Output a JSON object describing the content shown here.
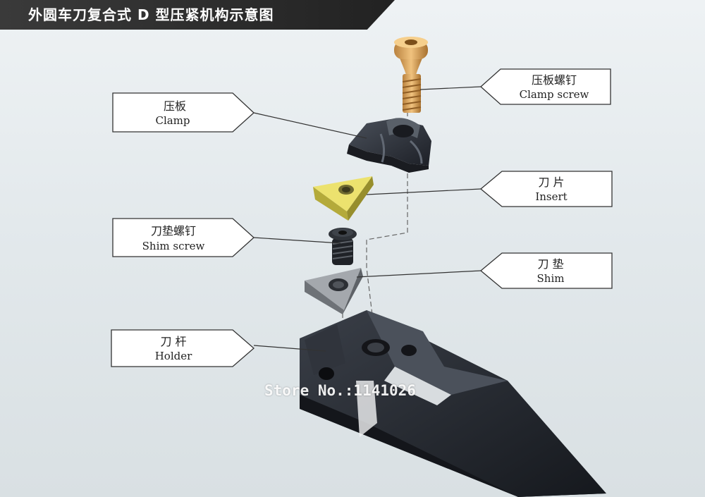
{
  "header": {
    "title": "外圆车刀复合式 D 型压紧机构示意图"
  },
  "callouts": {
    "clamp_screw": {
      "cn": "压板螺钉",
      "en": "Clamp screw"
    },
    "clamp": {
      "cn": "压板",
      "en": "Clamp"
    },
    "insert": {
      "cn": "刀 片",
      "en": "Insert"
    },
    "shim_screw": {
      "cn": "刀垫螺钉",
      "en": "Shim screw"
    },
    "shim": {
      "cn": "刀 垫",
      "en": "Shim"
    },
    "holder": {
      "cn": "刀 杆",
      "en": "Holder"
    }
  },
  "watermark": {
    "text": "Store No.:1141026"
  },
  "colors": {
    "part_dark": "#2a2e36",
    "part_mid": "#3d434d",
    "screw_gold": "#d9a460",
    "insert_yellow": "#e6dc66",
    "shim_gray": "#8d9196"
  }
}
